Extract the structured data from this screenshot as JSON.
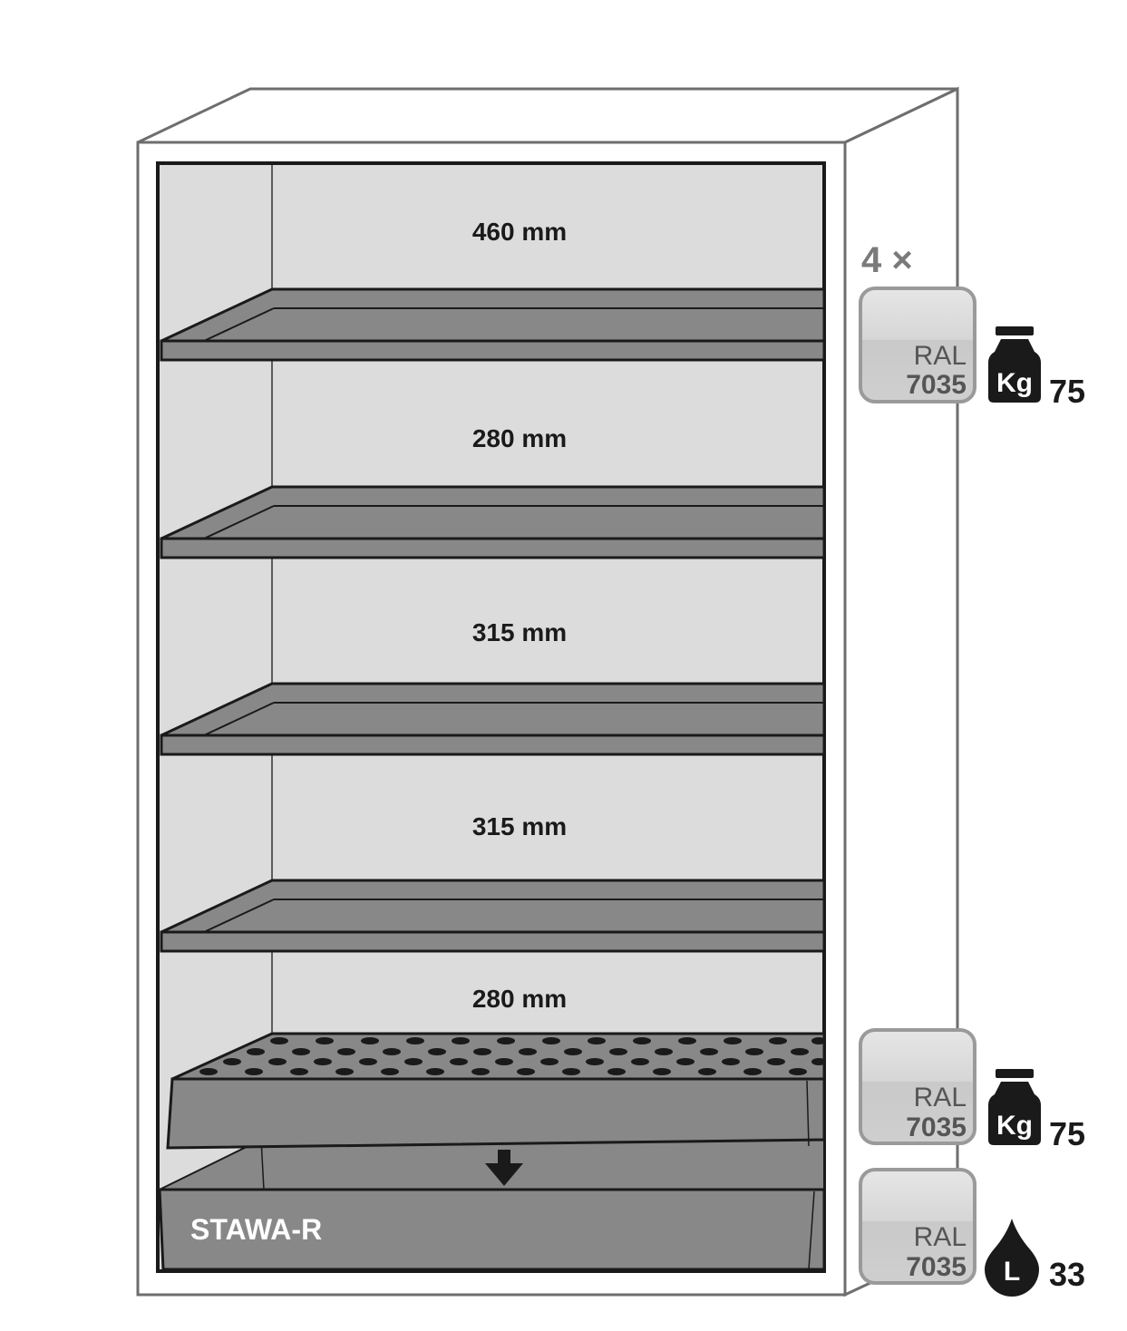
{
  "diagram": {
    "subject": "Safety storage cabinet interior",
    "colors": {
      "interior": "#dcdcdc",
      "shelf": "#888888",
      "outline": "#1a1a1a",
      "cabinet_edge": "#6e6e6e",
      "swatch": "#cfcfcf"
    },
    "compartments": [
      {
        "label": "460 mm"
      },
      {
        "label": "280 mm"
      },
      {
        "label": "315 mm"
      },
      {
        "label": "315 mm"
      },
      {
        "label": "280 mm"
      }
    ],
    "sump": {
      "label": "STAWA-R",
      "arrow_icon": "arrow-down-icon"
    },
    "shelves_info": {
      "quantity": "4 ×",
      "color_swatch": {
        "ral_label": "RAL",
        "ral_code": "7035"
      },
      "load_icon": "weight-kg-icon",
      "load_icon_text": "Kg",
      "load_value": "75"
    },
    "perforated_insert_info": {
      "color_swatch": {
        "ral_label": "RAL",
        "ral_code": "7035"
      },
      "load_icon": "weight-kg-icon",
      "load_icon_text": "Kg",
      "load_value": "75"
    },
    "sump_info": {
      "color_swatch": {
        "ral_label": "RAL",
        "ral_code": "7035"
      },
      "volume_icon": "drop-litre-icon",
      "volume_icon_text": "L",
      "volume_value": "33"
    }
  }
}
